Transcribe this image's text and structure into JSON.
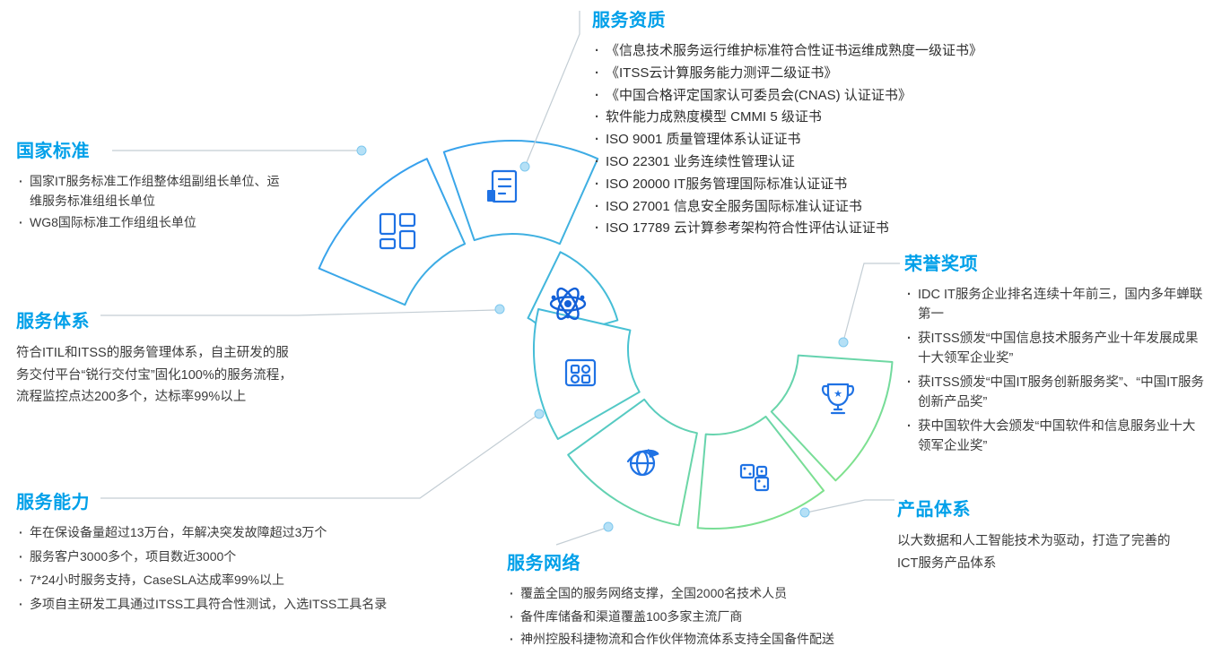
{
  "colors": {
    "heading_blue": "#00a0e9",
    "body_text": "#3b3b3b",
    "icon_blue": "#1f72e4",
    "ring_gradient_start": "#37a0ee",
    "ring_gradient_mid": "#49c3d2",
    "ring_gradient_end": "#7fe18e",
    "connector_line": "#c3cdd4",
    "connector_dot": "#b5e0f6"
  },
  "sections": {
    "national_standards": {
      "title": "国家标准",
      "items": [
        "国家IT服务标准工作组整体组副组长单位、运维服务标准组组长单位",
        "WG8国际标准工作组组长单位"
      ]
    },
    "service_qualifications": {
      "title": "服务资质",
      "items": [
        "《信息技术服务运行维护标准符合性证书运维成熟度一级证书》",
        "《ITSS云计算服务能力测评二级证书》",
        "《中国合格评定国家认可委员会(CNAS) 认证证书》",
        "软件能力成熟度模型 CMMI 5 级证书",
        "ISO 9001 质量管理体系认证证书",
        "ISO 22301 业务连续性管理认证",
        "ISO 20000 IT服务管理国际标准认证证书",
        "ISO 27001 信息安全服务国际标准认证证书",
        "ISO 17789 云计算参考架构符合性评估认证证书"
      ]
    },
    "service_system": {
      "title": "服务体系",
      "body": "符合ITIL和ITSS的服务管理体系，自主研发的服务交付平台“锐行交付宝”固化100%的服务流程，流程监控点达200多个，达标率99%以上"
    },
    "honors_awards": {
      "title": "荣誉奖项",
      "items": [
        "IDC IT服务企业排名连续十年前三，国内多年蝉联第一",
        "获ITSS颁发“中国信息技术服务产业十年发展成果十大领军企业奖”",
        "获ITSS颁发“中国IT服务创新服务奖”、“中国IT服务创新产品奖”",
        "获中国软件大会颁发“中国软件和信息服务业十大领军企业奖”"
      ]
    },
    "service_capability": {
      "title": "服务能力",
      "items": [
        "年在保设备量超过13万台，年解决突发故障超过3万个",
        "服务客户3000多个，项目数近3000个",
        "7*24小时服务支持，CaseSLA达成率99%以上",
        "多项自主研发工具通过ITSS工具符合性测试，入选ITSS工具名录"
      ]
    },
    "service_network": {
      "title": "服务网络",
      "items": [
        "覆盖全国的服务网络支撑，全国2000名技术人员",
        "备件库储备和渠道覆盖100多家主流厂商",
        "神州控股科捷物流和合作伙伴物流体系支持全国备件配送"
      ]
    },
    "product_system": {
      "title": "产品体系",
      "body": "以大数据和人工智能技术为驱动，打造了完善的ICT服务产品体系"
    }
  },
  "diagram": {
    "segments": [
      {
        "icon": "grid-icon"
      },
      {
        "icon": "document-icon"
      },
      {
        "icon": "atom-icon"
      },
      {
        "icon": "apps-grid-icon"
      },
      {
        "icon": "globe-icon"
      },
      {
        "icon": "cubes-icon"
      },
      {
        "icon": "trophy-icon"
      }
    ]
  }
}
